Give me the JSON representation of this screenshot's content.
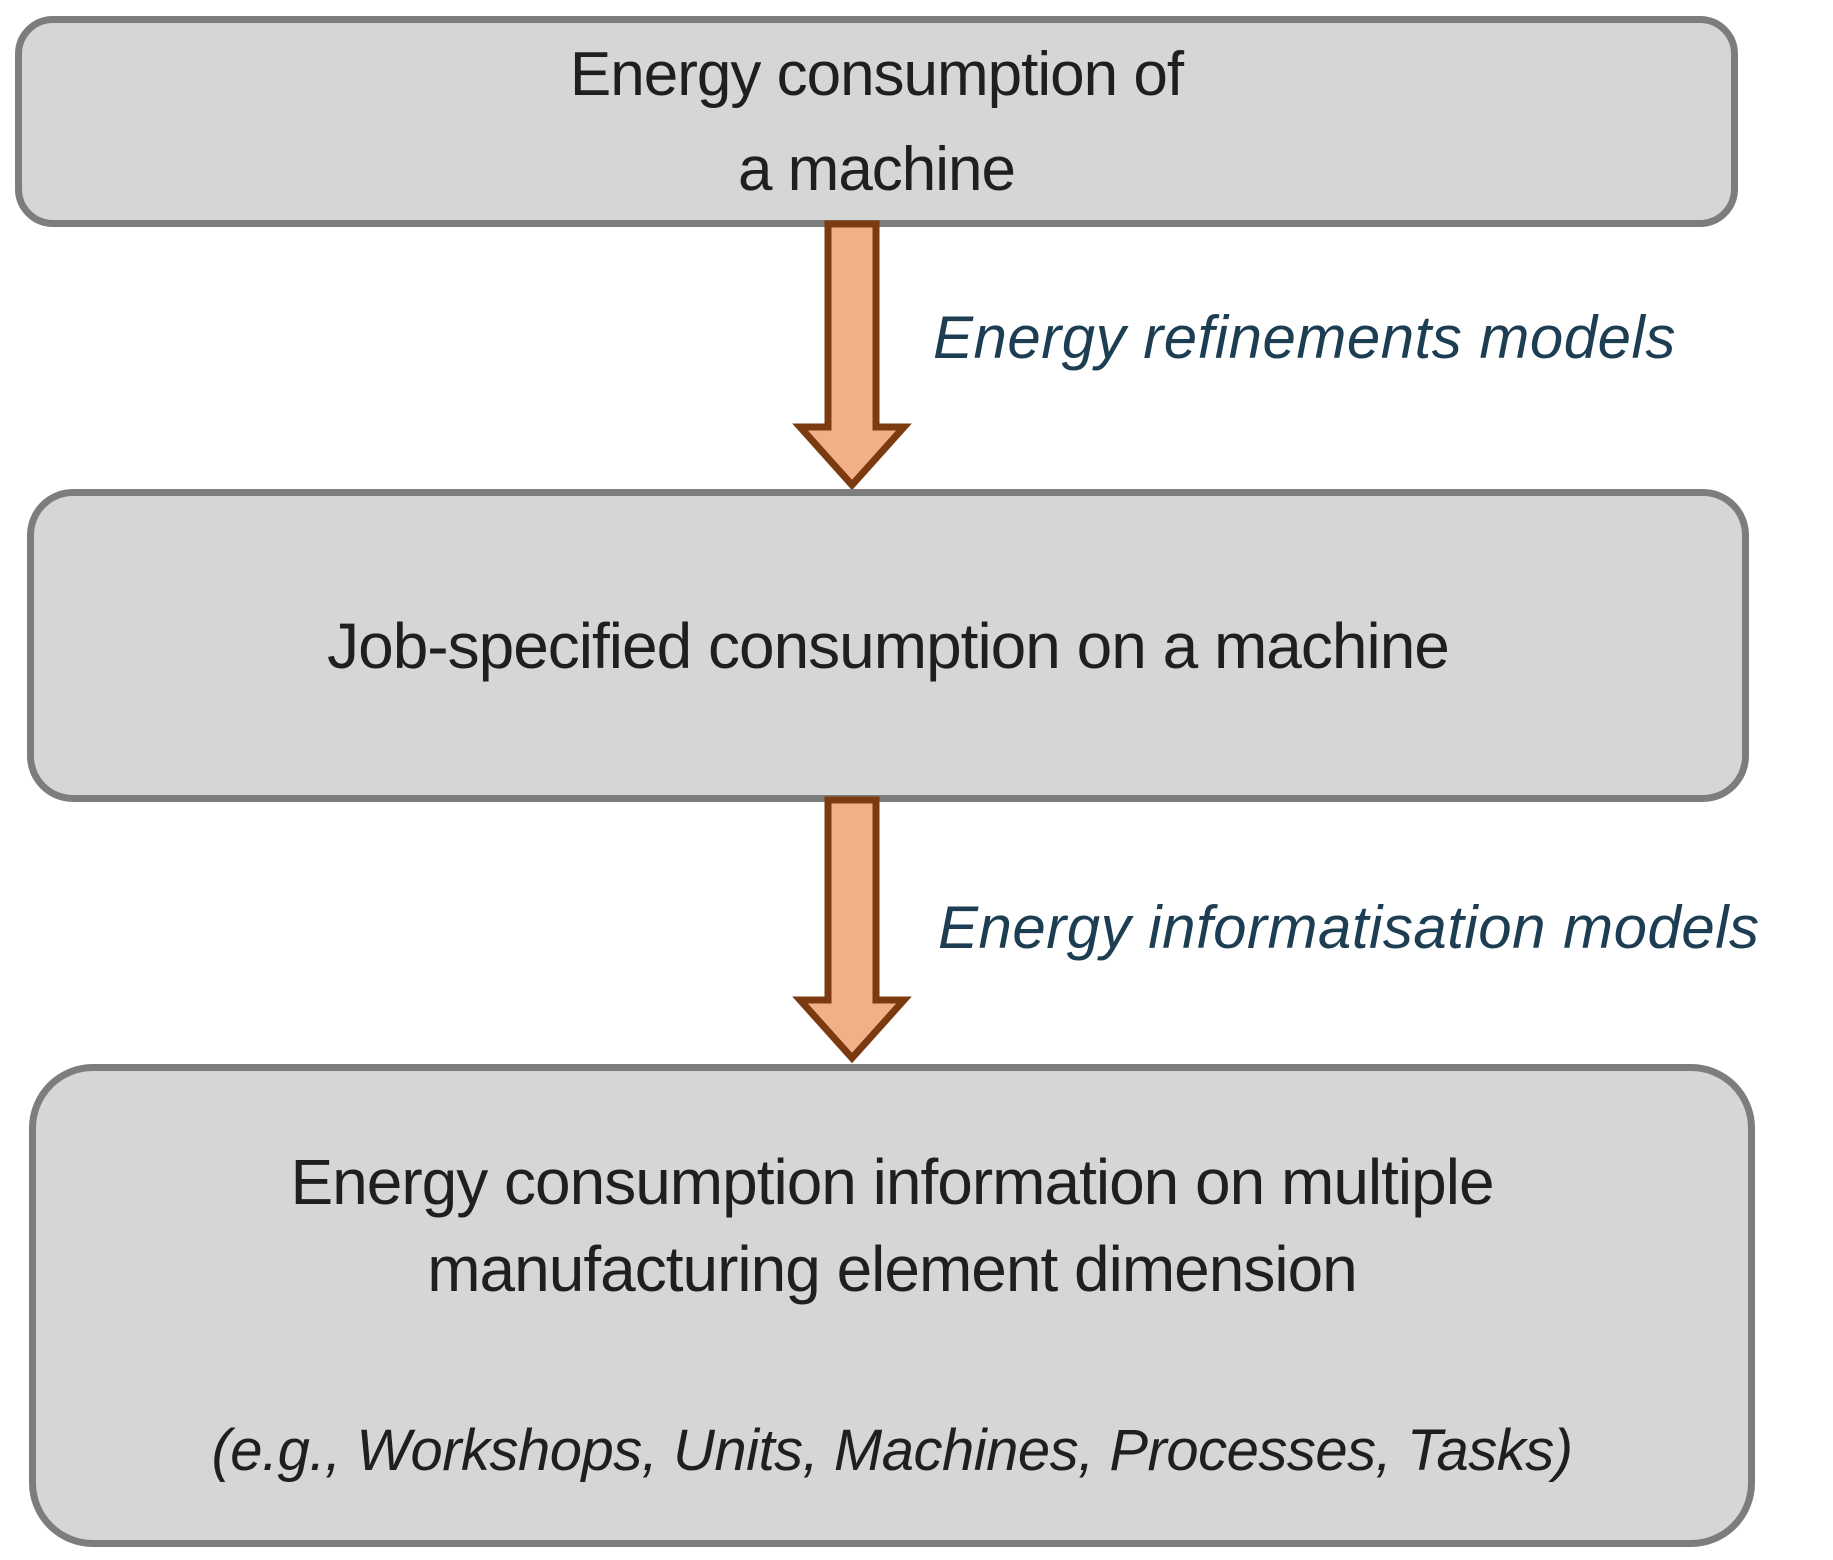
{
  "colors": {
    "box_fill": "#d6d6d6",
    "box_border": "#7d7d7d",
    "box_text": "#1f1f1f",
    "arrow_fill": "#f2b089",
    "arrow_outline": "#7b3a10",
    "label_text": "#1d3e52",
    "background": "#ffffff"
  },
  "top_box": {
    "line1": "Energy consumption of",
    "line2": "a machine"
  },
  "arrow1": {
    "label": "Energy refinements models"
  },
  "middle_box": {
    "line1": "Job-specified consumption on a machine"
  },
  "arrow2": {
    "label": "Energy informatisation models"
  },
  "bottom_box": {
    "line1": "Energy consumption information on multiple",
    "line2": "manufacturing element dimension",
    "note": "(e.g., Workshops, Units, Machines, Processes, Tasks)"
  }
}
